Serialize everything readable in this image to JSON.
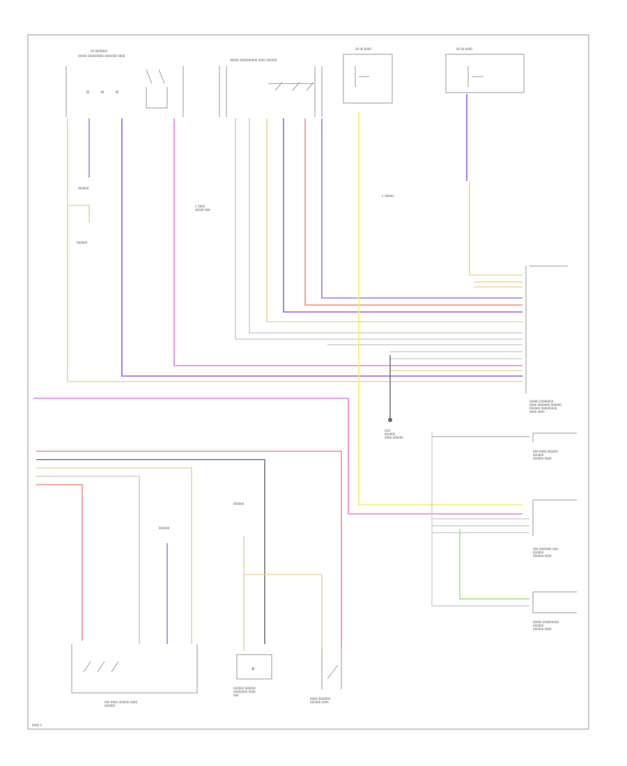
{
  "diagram": {
    "type": "wiring-schematic",
    "colors": {
      "frame": "#9a9a9a",
      "wire_tan": "#e8d5a0",
      "wire_blue": "#8888ee",
      "wire_violet": "#9b5cf0",
      "wire_pink": "#f07ae0",
      "wire_red": "#f58a8a",
      "wire_yellow": "#f2f060",
      "wire_grey": "#777777",
      "wire_lightgrey": "#cfcfcf",
      "wire_green": "#9fe070"
    },
    "labels": {
      "center_note": "C 00000",
      "mid_note": "C 0000\n00000 000",
      "bottom_left": "0000 0",
      "ground_label": "G00\n000000\n0000 000000",
      "sw1_label": "000 0000 000000 0000\n000000",
      "mod_label": "000000 000000\n00000000 0000\n000",
      "sw2_label": "0000 0000000\n000000 0000",
      "right_module_label": "00000 00000000\n0000 0000000 000000\n000000 000000000\n0000 0000",
      "tr_module_label": "00000\n0000000000 00000\n000 000000",
      "r1_label": "000 0000 000000\n000000\n000000 0000",
      "r2_label": "000 0000000 000\n000000\n000000 0000",
      "r3_label": "00000 000000000\n000000\n000000 0000"
    }
  }
}
